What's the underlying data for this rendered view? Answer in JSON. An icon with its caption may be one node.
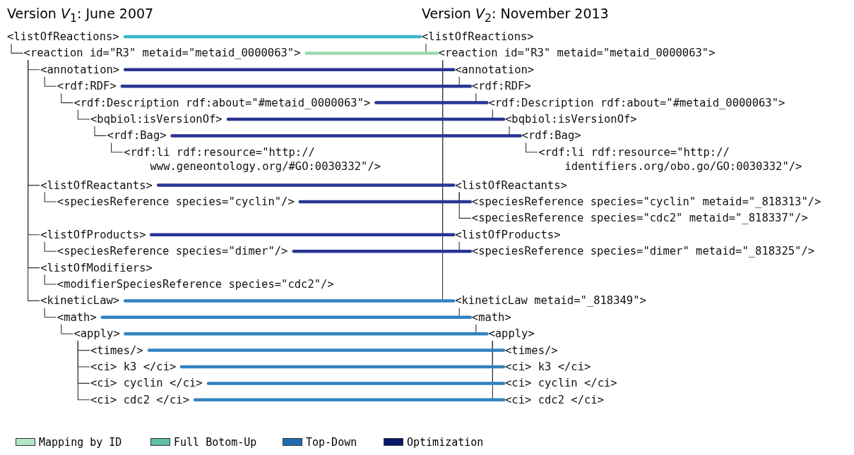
{
  "diagram": {
    "nodes": [
      {
        "text": [
          "<listOfReactions>"
        ]
      },
      {
        "text": [
          "<reaction id=\"R3\" metaid=\"metaid_0000063\">"
        ]
      },
      {
        "text": [
          "<annotation>"
        ]
      },
      {
        "text": [
          "<rdf:RDF>"
        ]
      },
      {
        "text": [
          "<rdf:Description rdf:about=\"#metaid_0000063\">"
        ]
      },
      {
        "text": [
          "<bqbiol:isVersionOf>"
        ]
      },
      {
        "text": [
          "<rdf:Bag>"
        ]
      },
      {
        "text": [
          "<rdf:li rdf:resource=\"http:// www.geneontology.org/#GO:0030332\"/>"
        ]
      },
      {
        "text": [
          "<listOfReactants>"
        ]
      },
      {
        "text": [
          "<speciesReference species=\"cyclin\"/>"
        ]
      },
      {
        "text": [
          "<listOfProducts>"
        ]
      },
      {
        "text": [
          "<speciesReference species=\"dimer\"/>"
        ]
      },
      {
        "text": [
          "<listOfModifiers>"
        ]
      },
      {
        "text": [
          "<modifierSpeciesReference species=\"cdc2\"/>"
        ]
      },
      {
        "text": [
          "<kineticLaw>"
        ]
      },
      {
        "text": [
          "<math>"
        ]
      },
      {
        "text": [
          "<apply>"
        ]
      },
      {
        "text": [
          "<times/>"
        ]
      },
      {
        "text": [
          "<ci> k3 </ci>"
        ]
      },
      {
        "text": [
          "<ci> cyclin </ci>"
        ]
      },
      {
        "text": [
          "<ci> cdc2 </ci>"
        ]
      },
      {
        "text": [
          "<listOfReactions>"
        ]
      },
      {
        "text": [
          "<reaction id=\"R3\" metaid=\"metaid_0000063\">"
        ]
      },
      {
        "text": [
          "<annotation>"
        ]
      },
      {
        "text": [
          "<rdf:RDF>"
        ]
      },
      {
        "text": [
          "<rdf:Description rdf:about=\"#metaid_0000063\">"
        ]
      },
      {
        "text": [
          "<bqbiol:isVersionOf>"
        ]
      },
      {
        "text": [
          "<rdf:Bag>"
        ]
      },
      {
        "text": [
          "<rdf:li rdf:resource=\"http:// identifiers.org/obo.go/GO:0030332\"/>"
        ]
      },
      {
        "text": [
          "<listOfReactants>"
        ]
      },
      {
        "text": [
          "<speciesReference species=\"cyclin\" metaid=\"_818313\"/>"
        ]
      },
      {
        "text": [
          "<speciesReference species=\"cdc2\" metaid=\"_818337\"/>"
        ]
      },
      {
        "text": [
          "<listOfProducts>"
        ]
      },
      {
        "text": [
          "<speciesReference species=\"dimer\" metaid=\"_818325\"/>"
        ]
      },
      {
        "text": [
          "<kineticLaw metaid=\"_818349\">"
        ]
      },
      {
        "text": [
          "<math>"
        ]
      },
      {
        "text": [
          "<apply>"
        ]
      },
      {
        "text": [
          "<times/>"
        ]
      },
      {
        "text": [
          "<ci> k3 </ci>"
        ]
      },
      {
        "text": [
          "<ci> cyclin </ci>"
        ]
      },
      {
        "text": [
          "<ci> cdc2 </ci>"
        ]
      }
    ],
    "edges": [
      {
        "from": 0,
        "to": 1,
        "arrow": "none"
      },
      {
        "from": 1,
        "to": 2,
        "arrow": "none"
      },
      {
        "from": 2,
        "to": 3,
        "arrow": "none"
      },
      {
        "from": 3,
        "to": 4,
        "arrow": "none"
      },
      {
        "from": 4,
        "to": 5,
        "arrow": "none"
      },
      {
        "from": 5,
        "to": 6,
        "arrow": "none"
      },
      {
        "from": 6,
        "to": 7,
        "arrow": "none"
      },
      {
        "from": 1,
        "to": 8,
        "arrow": "none"
      },
      {
        "from": 8,
        "to": 9,
        "arrow": "none"
      },
      {
        "from": 1,
        "to": 10,
        "arrow": "none"
      },
      {
        "from": 10,
        "to": 11,
        "arrow": "none"
      },
      {
        "from": 1,
        "to": 12,
        "arrow": "none"
      },
      {
        "from": 12,
        "to": 13,
        "arrow": "none"
      },
      {
        "from": 1,
        "to": 14,
        "arrow": "none"
      },
      {
        "from": 14,
        "to": 15,
        "arrow": "none"
      },
      {
        "from": 15,
        "to": 16,
        "arrow": "none"
      },
      {
        "from": 16,
        "to": 17,
        "arrow": "none"
      },
      {
        "from": 16,
        "to": 18,
        "arrow": "none"
      },
      {
        "from": 16,
        "to": 19,
        "arrow": "none"
      },
      {
        "from": 16,
        "to": 20,
        "arrow": "none"
      },
      {
        "from": 21,
        "to": 22,
        "arrow": "none"
      },
      {
        "from": 22,
        "to": 23,
        "arrow": "none"
      },
      {
        "from": 23,
        "to": 24,
        "arrow": "none"
      },
      {
        "from": 24,
        "to": 25,
        "arrow": "none"
      },
      {
        "from": 25,
        "to": 26,
        "arrow": "none"
      },
      {
        "from": 26,
        "to": 27,
        "arrow": "none"
      },
      {
        "from": 27,
        "to": 28,
        "arrow": "none"
      },
      {
        "from": 22,
        "to": 29,
        "arrow": "none"
      },
      {
        "from": 29,
        "to": 30,
        "arrow": "none"
      },
      {
        "from": 29,
        "to": 31,
        "arrow": "none"
      },
      {
        "from": 22,
        "to": 32,
        "arrow": "none"
      },
      {
        "from": 32,
        "to": 33,
        "arrow": "none"
      },
      {
        "from": 22,
        "to": 34,
        "arrow": "none"
      },
      {
        "from": 34,
        "to": 35,
        "arrow": "none"
      },
      {
        "from": 35,
        "to": 36,
        "arrow": "none"
      },
      {
        "from": 36,
        "to": 37,
        "arrow": "none"
      },
      {
        "from": 36,
        "to": 38,
        "arrow": "none"
      },
      {
        "from": 36,
        "to": 39,
        "arrow": "none"
      },
      {
        "from": 36,
        "to": 40,
        "arrow": "none"
      },
      {
        "from": 0,
        "to": 21,
        "arrow": "none",
        "style": "thick",
        "color": "#3ab5c8"
      },
      {
        "from": 1,
        "to": 22,
        "arrow": "none",
        "style": "thick",
        "color": "#9bd8b0"
      },
      {
        "from": 2,
        "to": 23,
        "arrow": "none",
        "style": "thick",
        "color": "#283593"
      },
      {
        "from": 3,
        "to": 24,
        "arrow": "none",
        "style": "thick",
        "color": "#283593"
      },
      {
        "from": 4,
        "to": 25,
        "arrow": "none",
        "style": "thick",
        "color": "#283593"
      },
      {
        "from": 5,
        "to": 26,
        "arrow": "none",
        "style": "thick",
        "color": "#283593"
      },
      {
        "from": 6,
        "to": 27,
        "arrow": "none",
        "style": "thick",
        "color": "#283593"
      },
      {
        "from": 8,
        "to": 29,
        "arrow": "none",
        "style": "thick",
        "color": "#283593"
      },
      {
        "from": 9,
        "to": 30,
        "arrow": "none",
        "style": "thick",
        "color": "#283593"
      },
      {
        "from": 10,
        "to": 32,
        "arrow": "none",
        "style": "thick",
        "color": "#283593"
      },
      {
        "from": 11,
        "to": 33,
        "arrow": "none",
        "style": "thick",
        "color": "#283593"
      },
      {
        "from": 14,
        "to": 34,
        "arrow": "none",
        "style": "thick",
        "color": "#3283c0"
      },
      {
        "from": 15,
        "to": 35,
        "arrow": "none",
        "style": "thick",
        "color": "#3283c0"
      },
      {
        "from": 16,
        "to": 36,
        "arrow": "none",
        "style": "thick",
        "color": "#3283c0"
      },
      {
        "from": 17,
        "to": 37,
        "arrow": "none",
        "style": "thick",
        "color": "#3283c0"
      },
      {
        "from": 18,
        "to": 38,
        "arrow": "none",
        "style": "thick",
        "color": "#3283c0"
      },
      {
        "from": 19,
        "to": 39,
        "arrow": "none",
        "style": "thick",
        "color": "#3283c0"
      },
      {
        "from": 20,
        "to": 40,
        "arrow": "none",
        "style": "thick",
        "color": "#3283c0"
      }
    ],
    "labels": [
      "Version *V*$_{1}$: June 2007",
      "Version *V*$_{2}$: November 2013"
    ],
    "legend": [
      {
        "text": "Mapping by ID",
        "color": "#b3e6c5"
      },
      {
        "text": "Full Botom-Up",
        "color": "#5fbfa6"
      },
      {
        "text": "Top-Down",
        "color": "#1f6db0"
      },
      {
        "text": "Optimization",
        "color": "#08186a"
      }
    ]
  }
}
